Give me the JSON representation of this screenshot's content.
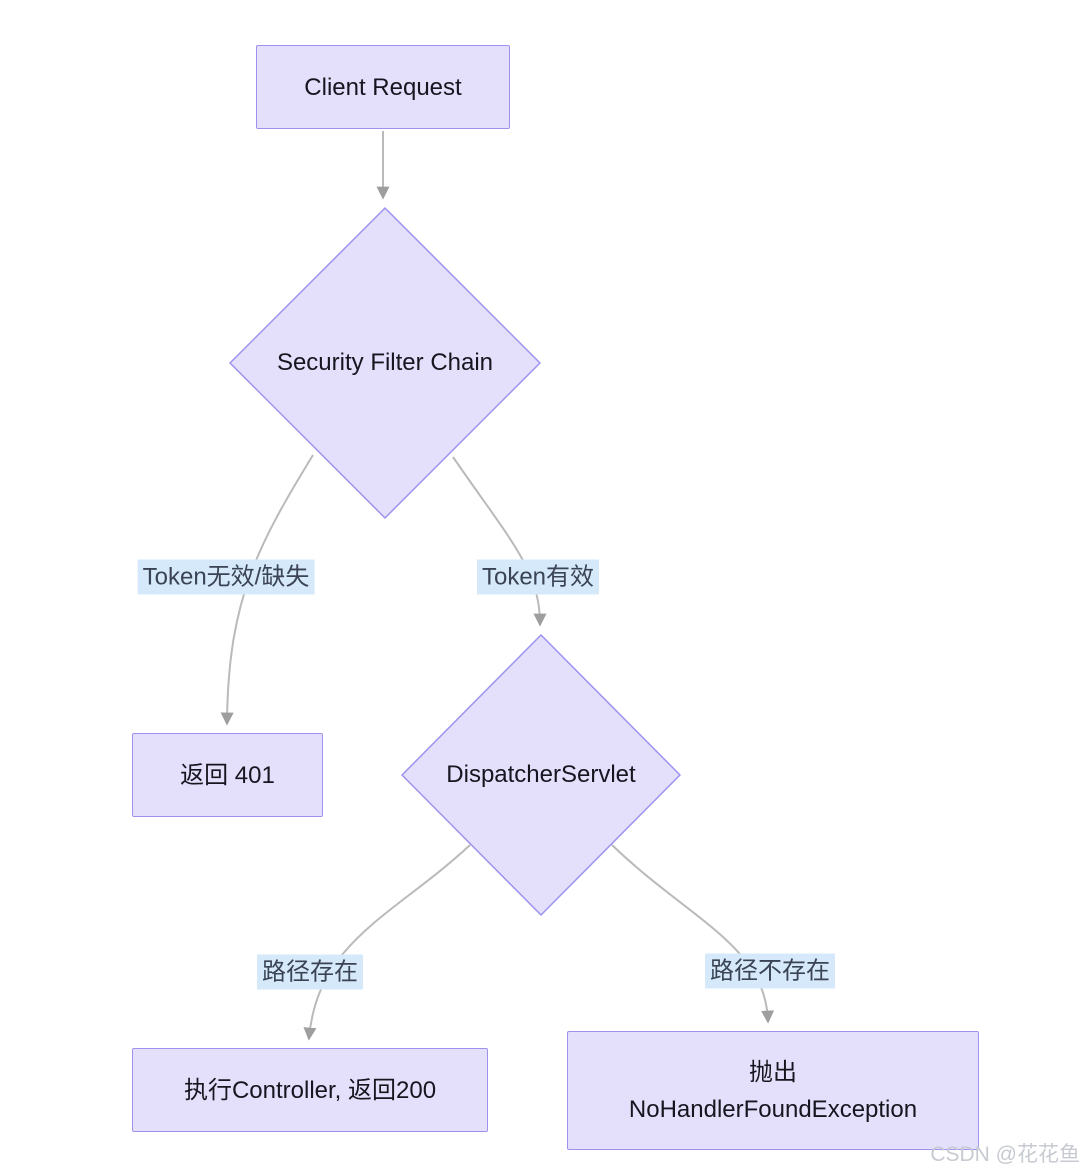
{
  "colors": {
    "node_fill": "#e4dffb",
    "node_border": "#9c93ee",
    "node_text": "#15161f",
    "edge_label_bg": "#d6e9fb",
    "edge_label_text": "#3a4454",
    "edge_line": "#bababa",
    "arrow_head": "#9e9e9e",
    "watermark": "#c7cad1",
    "background": "#ffffff"
  },
  "diagram": {
    "type": "flowchart",
    "nodes": {
      "client_request": "Client Request",
      "security_filter_chain": "Security Filter Chain",
      "return_401": "返回 401",
      "dispatcher_servlet": "DispatcherServlet",
      "exec_controller": "执行Controller, 返回200",
      "throw_exception": "抛出\nNoHandlerFoundException"
    },
    "edge_labels": {
      "token_invalid": "Token无效/缺失",
      "token_valid": "Token有效",
      "path_exists": "路径存在",
      "path_not_exists": "路径不存在"
    },
    "connections": [
      {
        "from": "client_request",
        "to": "security_filter_chain",
        "label": ""
      },
      {
        "from": "security_filter_chain",
        "to": "return_401",
        "label": "Token无效/缺失"
      },
      {
        "from": "security_filter_chain",
        "to": "dispatcher_servlet",
        "label": "Token有效"
      },
      {
        "from": "dispatcher_servlet",
        "to": "exec_controller",
        "label": "路径存在"
      },
      {
        "from": "dispatcher_servlet",
        "to": "throw_exception",
        "label": "路径不存在"
      }
    ],
    "watermark": "CSDN @花花鱼"
  }
}
